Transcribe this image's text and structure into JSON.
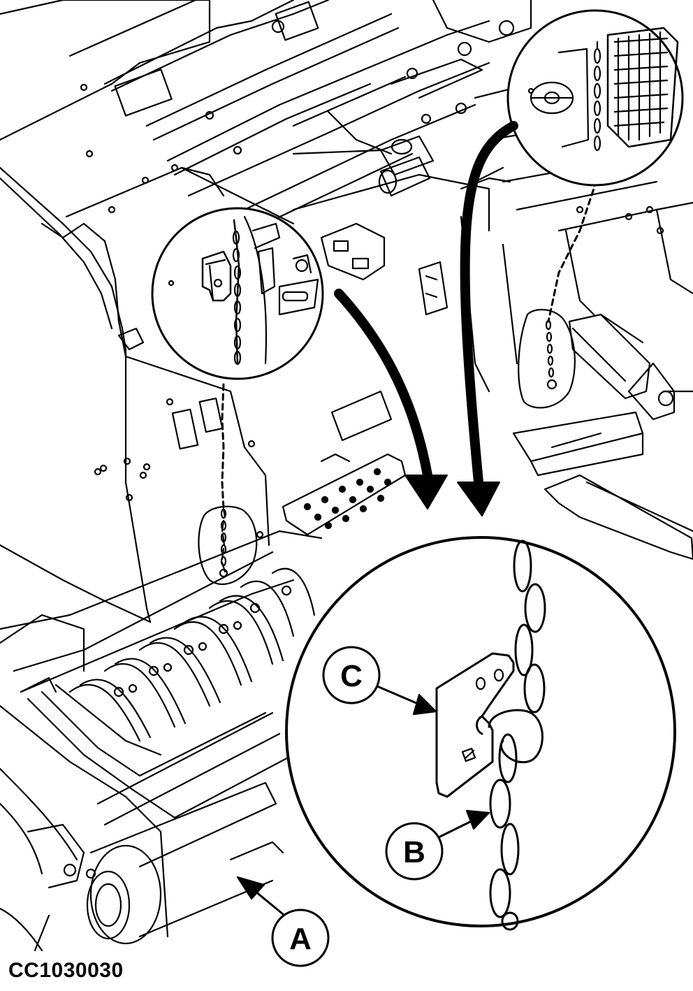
{
  "callouts": {
    "a": "A",
    "b": "B",
    "c": "C"
  },
  "figure_id": "CC1030030",
  "colors": {
    "ink": "#000000",
    "paper": "#ffffff"
  }
}
